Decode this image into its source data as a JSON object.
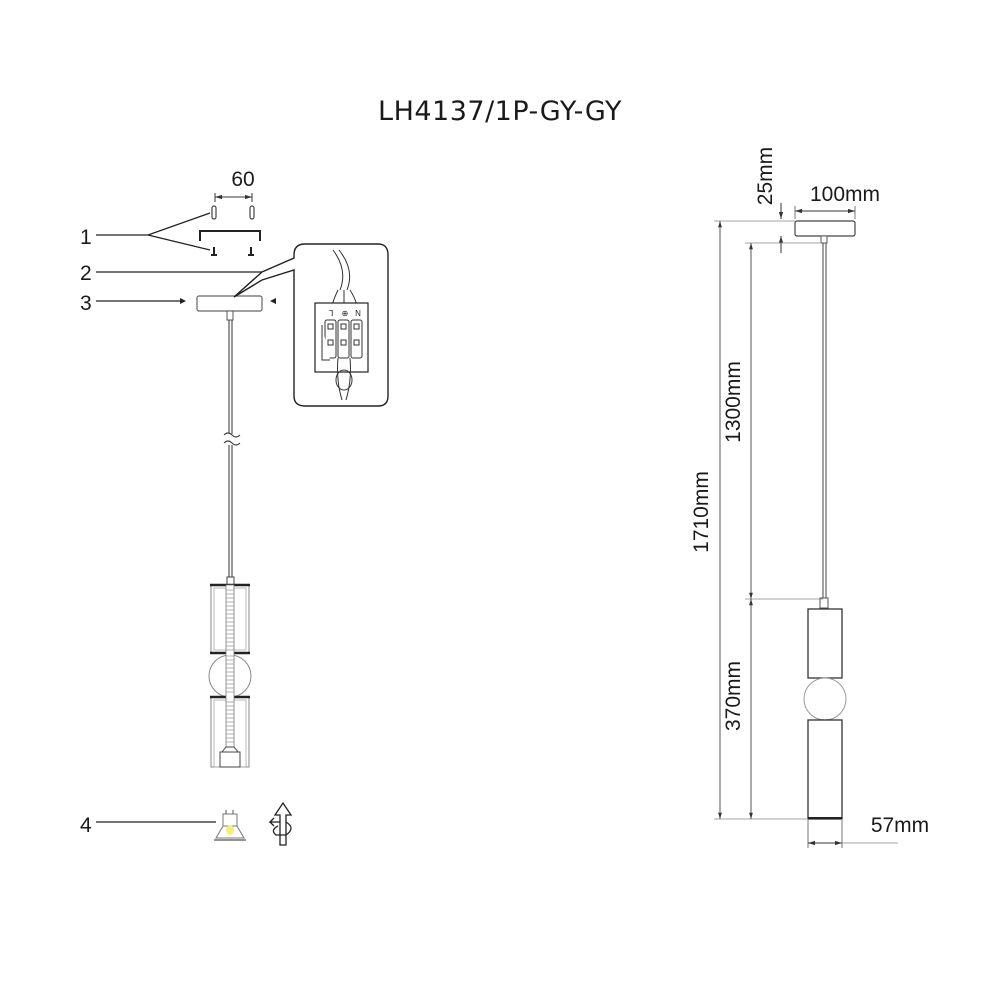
{
  "title": "LH4137/1P-GY-GY",
  "parts_view": {
    "callouts": [
      {
        "number": "1",
        "part": "mounting-screws-and-bracket"
      },
      {
        "number": "2",
        "part": "terminal-block-connection"
      },
      {
        "number": "3",
        "part": "ceiling-canopy-screws"
      },
      {
        "number": "4",
        "part": "gu10-bulb"
      }
    ],
    "bracket_spacing": "60",
    "terminal_labels": [
      "L",
      "⊕",
      "N"
    ]
  },
  "dimension_view": {
    "canopy_height": "25mm",
    "canopy_width": "100mm",
    "total_height": "1710mm",
    "cord_length": "1300mm",
    "shade_height": "370mm",
    "shade_diameter": "57mm"
  },
  "colors": {
    "line": "#333333",
    "light_line": "#888888",
    "bulb_glow": "#f4ef7a"
  }
}
